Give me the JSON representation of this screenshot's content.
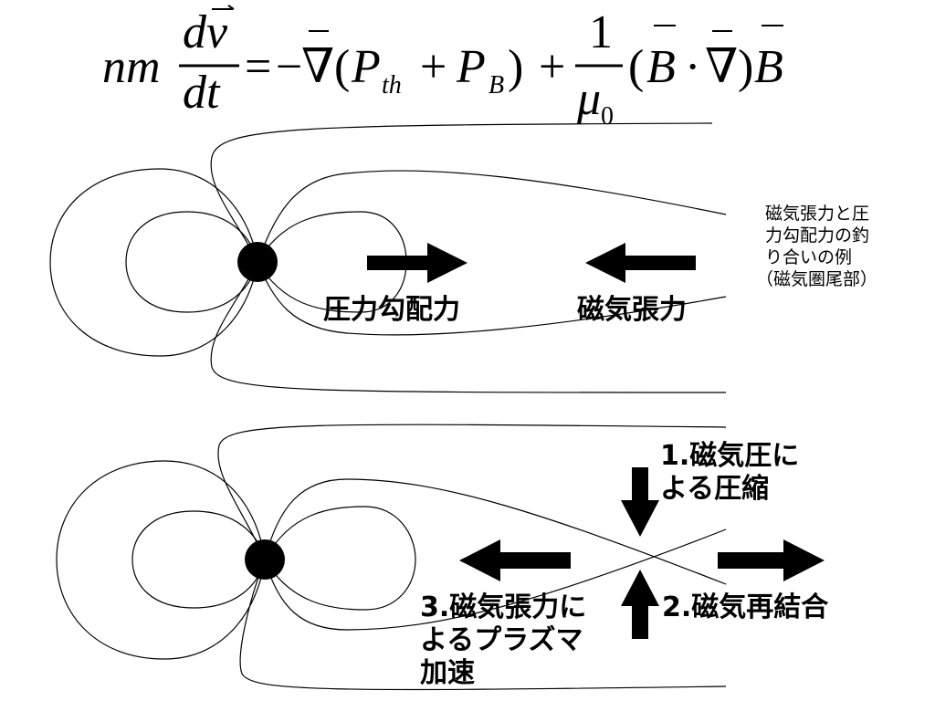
{
  "equation": {
    "lhs_coeff": "nm",
    "numerator": "dv",
    "denominator": "dt",
    "equals": "=",
    "minus": "−",
    "nabla": "∇",
    "open_paren": "(",
    "P": "P",
    "sub_th": "th",
    "plus": "+",
    "sub_B": "B",
    "close_paren": ")",
    "one": "1",
    "mu": "μ",
    "mu_sub": "0",
    "B": "B",
    "dot": "·"
  },
  "top_panel": {
    "label_pressure": "圧力勾配力",
    "label_tension": "磁気張力",
    "note_lines": [
      "磁気張力と圧",
      "力勾配力の釣",
      "り合いの例",
      "（磁気圏尾部）"
    ]
  },
  "bottom_panel": {
    "label_compression_lines": [
      "1.磁気圧に",
      "よる圧縮"
    ],
    "label_reconnection": "2.磁気再結合",
    "label_acceleration_lines": [
      "3.磁気張力に",
      "よるプラズマ",
      "加速"
    ]
  }
}
